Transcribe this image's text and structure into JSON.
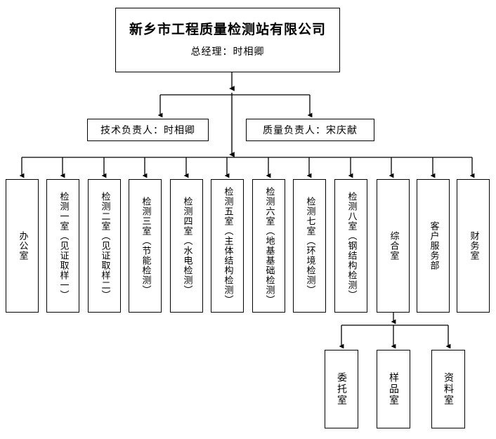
{
  "diagram": {
    "title_text": "新乡市工程质量检测站有限公司",
    "root": {
      "title": "新乡市工程质量检测站有限公司",
      "subtitle": "总经理：时相卿"
    },
    "managers": [
      {
        "label": "技术负责人：时相卿"
      },
      {
        "label": "质量负责人：宋庆献"
      }
    ],
    "departments": [
      {
        "label": "办公室"
      },
      {
        "label": "检测一室（见证取样一）"
      },
      {
        "label": "检测二室（见证取样二）"
      },
      {
        "label": "检测三室（节能检测）"
      },
      {
        "label": "检测四室（水电检测）"
      },
      {
        "label": "检测五室（主体结构检测）"
      },
      {
        "label": "检测六室（地基基础检测）"
      },
      {
        "label": "检测七室（环境检测）"
      },
      {
        "label": "检测八室（钢结构检测）"
      },
      {
        "label": "综合室"
      },
      {
        "label": "客户服务部"
      },
      {
        "label": "财务室"
      }
    ],
    "sub_departments": [
      {
        "label": "委托室"
      },
      {
        "label": "样品室"
      },
      {
        "label": "资料室"
      }
    ],
    "colors": {
      "line": "#000000",
      "center_line": "#595959",
      "box_border": "#000000",
      "background": "#ffffff",
      "text": "#000000"
    }
  }
}
